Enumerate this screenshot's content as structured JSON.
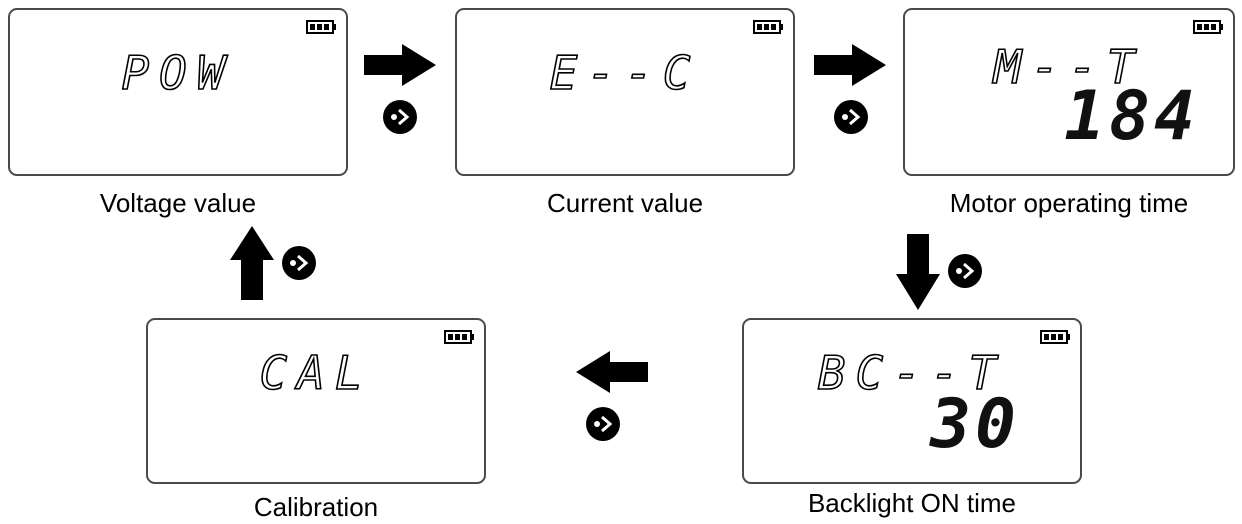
{
  "screens": {
    "pow": {
      "top": "POW",
      "bottom": "",
      "caption": "Voltage value"
    },
    "ec": {
      "top": "E--C",
      "bottom": "",
      "caption": "Current value"
    },
    "mt": {
      "top": "M--T",
      "bottom": "184",
      "caption": "Motor operating time"
    },
    "bct": {
      "top": "BC--T",
      "bottom": "30",
      "caption": "Backlight ON time"
    },
    "cal": {
      "top": "CAL",
      "bottom": "",
      "caption": "Calibration"
    }
  },
  "icons": {
    "battery": "battery-icon",
    "next_button": "next-button-icon",
    "arrow": "arrow-icon"
  },
  "colors": {
    "ink": "#000000",
    "panel_border": "#4a4a4a",
    "background": "#ffffff"
  }
}
